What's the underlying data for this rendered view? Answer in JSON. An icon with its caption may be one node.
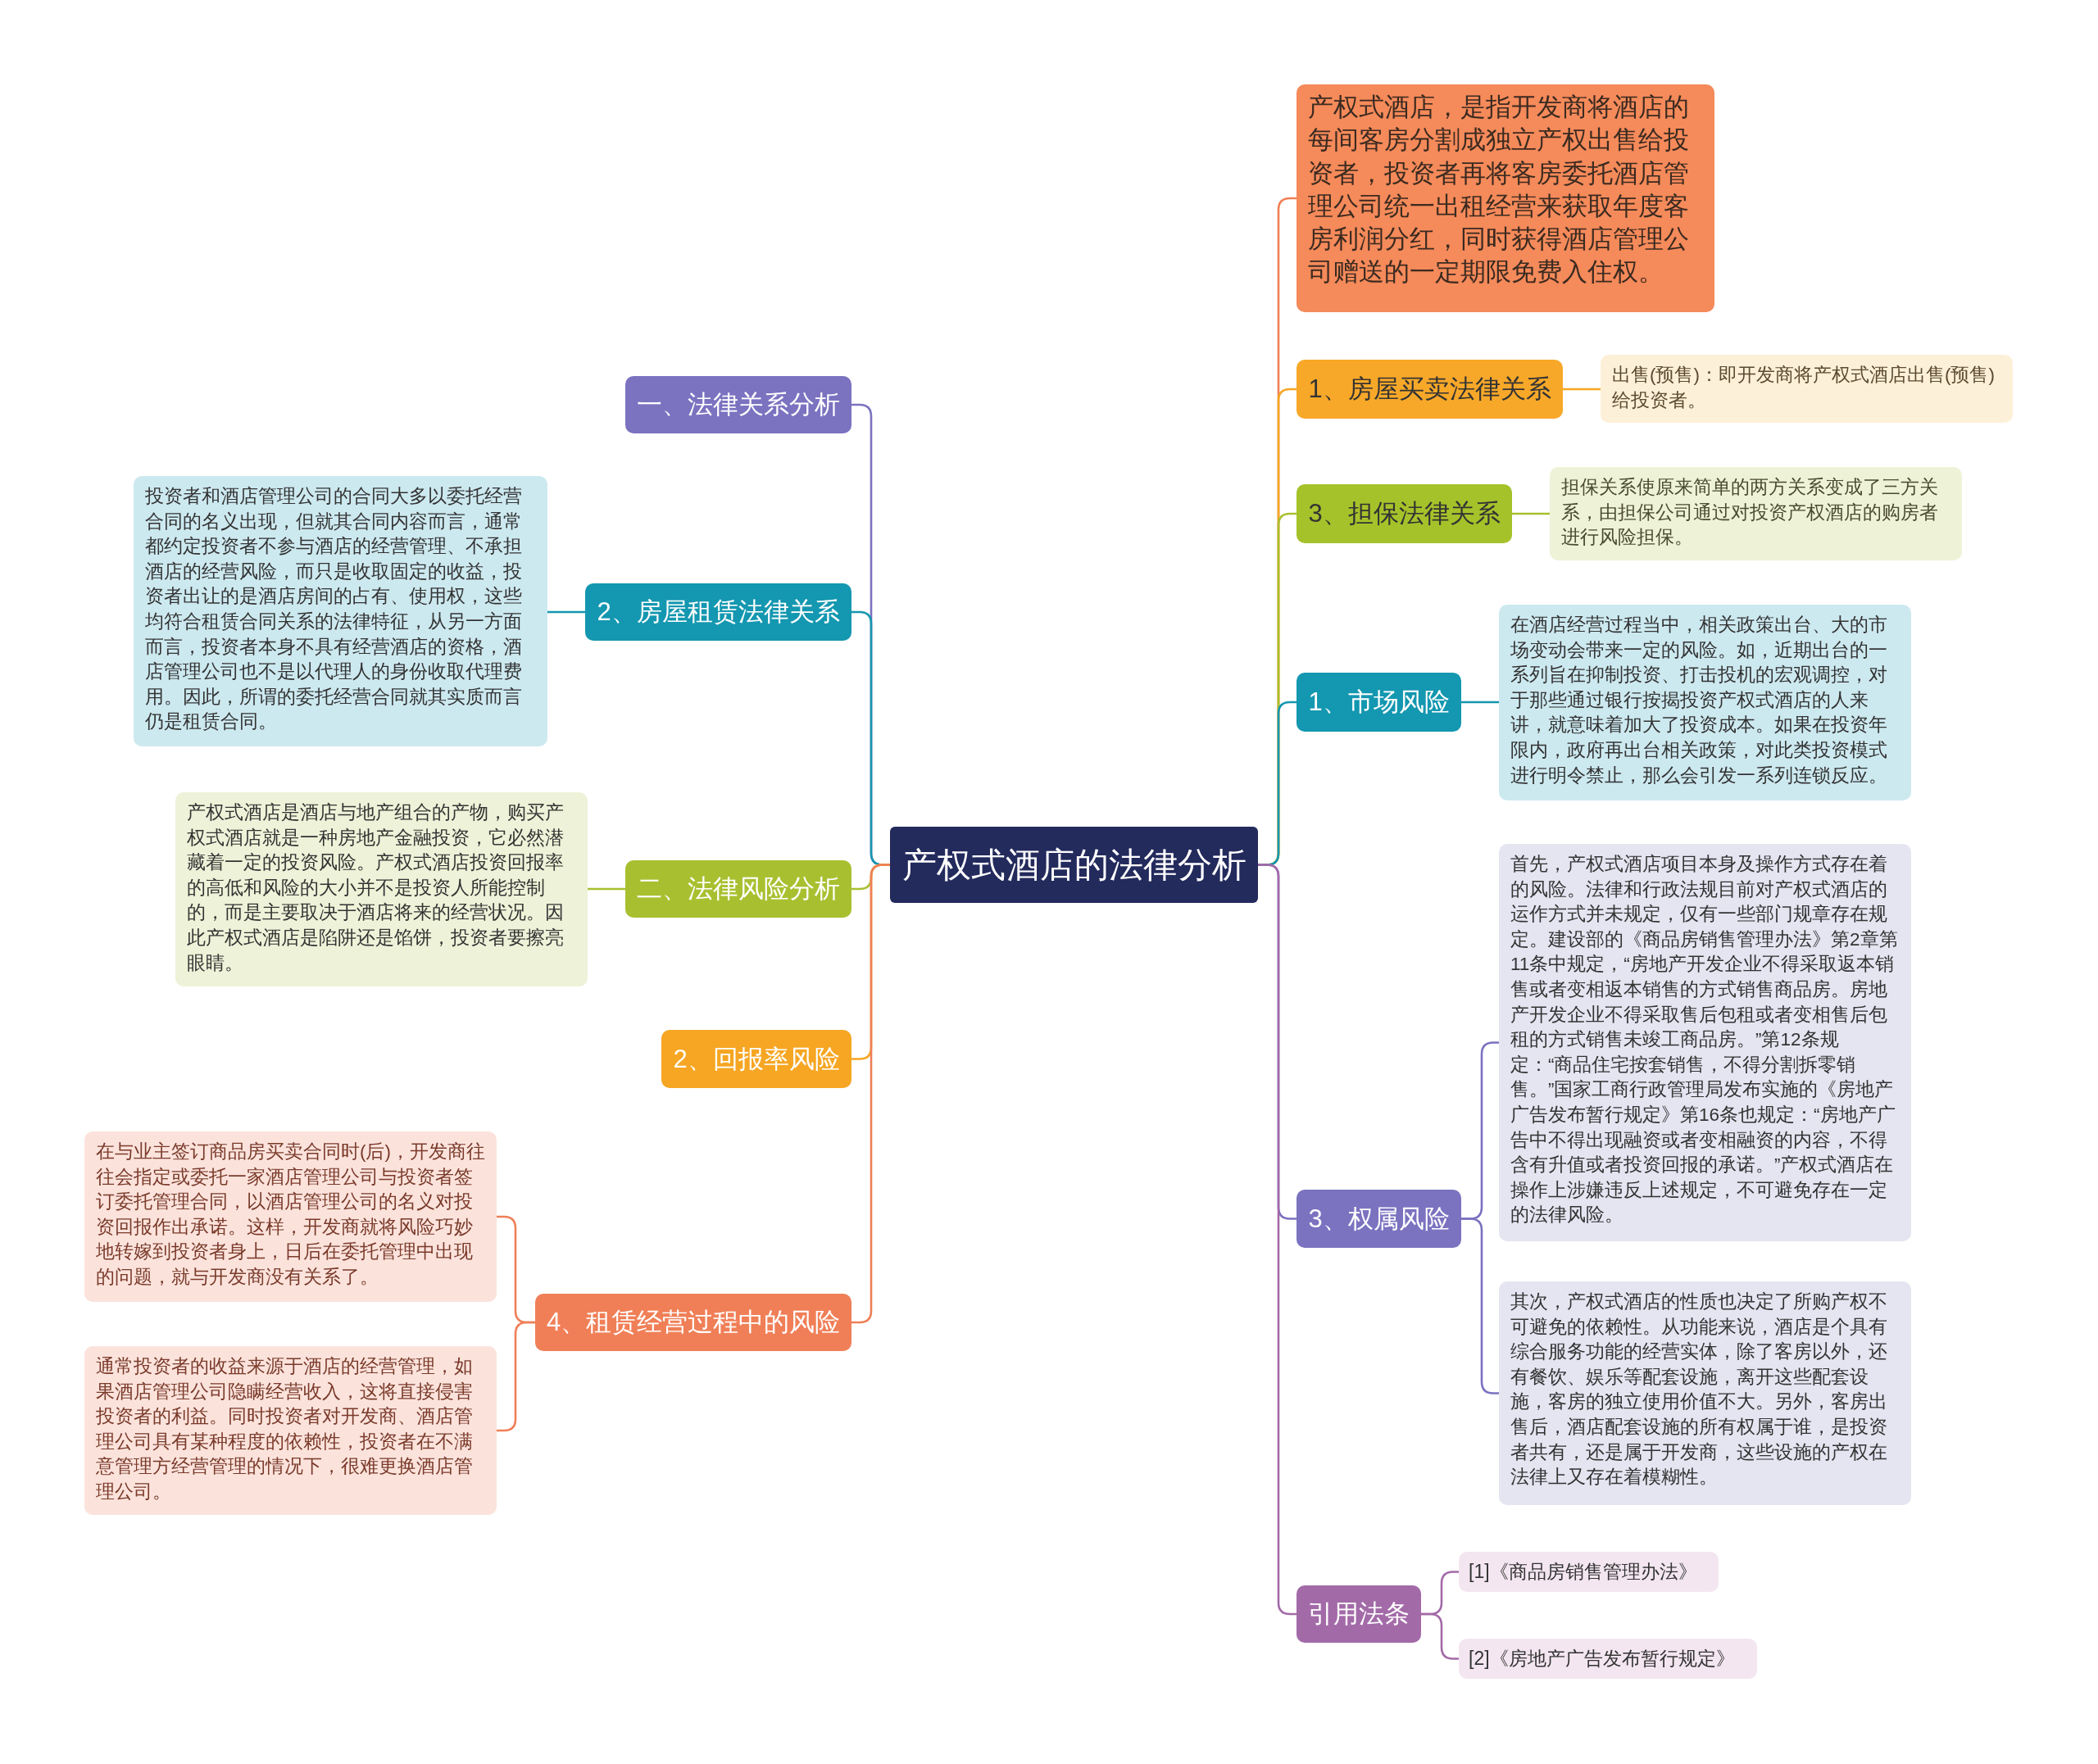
{
  "diagram": {
    "nodes": [
      {
        "text": [
          "产权式酒店的法律分析"
        ]
      },
      {
        "text": [
          "一、法律关系分析"
        ]
      },
      {
        "text": [
          "2、房屋租赁法律关系"
        ]
      },
      {
        "text": [
          "投资者和酒店管理公司的合同大多以委托经营合同的名义出现，但就其合同内容而言，通常都约定投资者不参与酒店的经营管理、不承担酒店的经营风险，而只是收取固定的收益，投资者出让的是酒店房间的占有、使用权，这些均符合租赁合同关系的法律特征，从另一方面而言，投资者本身不具有经营酒店的资格，酒店管理公司也不是以代理人的身份收取代理费用。因此，所谓的委托经营合同就其实质而言仍是租赁合同。"
        ]
      },
      {
        "text": [
          "二、法律风险分析"
        ]
      },
      {
        "text": [
          "产权式酒店是酒店与地产组合的产物，购买产权式酒店就是一种房地产金融投资，它必然潜藏着一定的投资风险。产权式酒店投资回报率的高低和风险的大小并不是投资人所能控制的，而是主要取决于酒店将来的经营状况。因此产权式酒店是陷阱还是馅饼，投资者要擦亮眼睛。"
        ]
      },
      {
        "text": [
          "2、回报率风险"
        ]
      },
      {
        "text": [
          "4、租赁经营过程中的风险"
        ]
      },
      {
        "text": [
          "在与业主签订商品房买卖合同时(后)，开发商往往会指定或委托一家酒店管理公司与投资者签订委托管理合同，以酒店管理公司的名义对投资回报作出承诺。这样，开发商就将风险巧妙地转嫁到投资者身上，日后在委托管理中出现的问题，就与开发商没有关系了。"
        ]
      },
      {
        "text": [
          "通常投资者的收益来源于酒店的经营管理，如果酒店管理公司隐瞒经营收入，这将直接侵害投资者的利益。同时投资者对开发商、酒店管理公司具有某种程度的依赖性，投资者在不满意管理方经营管理的情况下，很难更换酒店管理公司。"
        ]
      },
      {
        "text": [
          "产权式酒店，是指开发商将酒店的每间客房分割成独立产权出售给投资者，投资者再将客房委托酒店管理公司统一出租经营来获取年度客房利润分红，同时获得酒店管理公司赠送的一定期限免费入住权。"
        ]
      },
      {
        "text": [
          "1、房屋买卖法律关系"
        ]
      },
      {
        "text": [
          "出售(预售)：即开发商将产权式酒店出售(预售)给投资者。"
        ]
      },
      {
        "text": [
          "3、担保法律关系"
        ]
      },
      {
        "text": [
          "担保关系使原来简单的两方关系变成了三方关系，由担保公司通过对投资产权酒店的购房者进行风险担保。"
        ]
      },
      {
        "text": [
          "1、市场风险"
        ]
      },
      {
        "text": [
          "在酒店经营过程当中，相关政策出台、大的市场变动会带来一定的风险。如，近期出台的一系列旨在抑制投资、打击投机的宏观调控，对于那些通过银行按揭投资产权式酒店的人来讲，就意味着加大了投资成本。如果在投资年限内，政府再出台相关政策，对此类投资模式进行明令禁止，那么会引发一系列连锁反应。"
        ]
      },
      {
        "text": [
          "3、权属风险"
        ]
      },
      {
        "text": [
          "首先，产权式酒店项目本身及操作方式存在着的风险。法律和行政法规目前对产权式酒店的运作方式并未规定，仅有一些部门规章存在规定。建设部的《商品房销售管理办法》第2章第11条中规定，“房地产开发企业不得采取返本销售或者变相返本销售的方式销售商品房。房地产开发企业不得采取售后包租或者变相售后包租的方式销售未竣工商品房。”第12条规定：“商品住宅按套销售，不得分割拆零销售。”国家工商行政管理局发布实施的《房地产广告发布暂行规定》第16条也规定：“房地产广告中不得出现融资或者变相融资的内容，不得含有升值或者投资回报的承诺。”产权式酒店在操作上涉嫌违反上述规定，不可避免存在一定的法律风险。"
        ]
      },
      {
        "text": [
          "其次，产权式酒店的性质也决定了所购产权不可避免的依赖性。从功能来说，酒店是个具有综合服务功能的经营实体，除了客房以外，还有餐饮、娱乐等配套设施，离开这些配套设施，客房的独立使用价值不大。另外，客房出售后，酒店配套设施的所有权属于谁，是投资者共有，还是属于开发商，这些设施的产权在法律上又存在着模糊性。"
        ]
      },
      {
        "text": [
          "引用法条"
        ]
      },
      {
        "text": [
          "[1]《商品房销售管理办法》"
        ]
      },
      {
        "text": [
          "[2]《房地产广告发布暂行规定》"
        ]
      }
    ],
    "edges": [
      {
        "from": 0,
        "to": 1,
        "arrow": "none",
        "color": "#7b72c0"
      },
      {
        "from": 0,
        "to": 2,
        "arrow": "none",
        "color": "#1497b0"
      },
      {
        "from": 2,
        "to": 3,
        "arrow": "none",
        "color": "#1497b0"
      },
      {
        "from": 0,
        "to": 4,
        "arrow": "none",
        "color": "#a8c030"
      },
      {
        "from": 4,
        "to": 5,
        "arrow": "none",
        "color": "#a8c030"
      },
      {
        "from": 0,
        "to": 6,
        "arrow": "none",
        "color": "#f6a623"
      },
      {
        "from": 0,
        "to": 7,
        "arrow": "none",
        "color": "#f07f57"
      },
      {
        "from": 7,
        "to": 8,
        "arrow": "none",
        "color": "#f07f57"
      },
      {
        "from": 7,
        "to": 9,
        "arrow": "none",
        "color": "#f07f57"
      },
      {
        "from": 0,
        "to": 10,
        "arrow": "none",
        "color": "#f07f57"
      },
      {
        "from": 0,
        "to": 11,
        "arrow": "none",
        "color": "#f6a623"
      },
      {
        "from": 11,
        "to": 12,
        "arrow": "none",
        "color": "#f6a623"
      },
      {
        "from": 0,
        "to": 13,
        "arrow": "none",
        "color": "#a8c030"
      },
      {
        "from": 13,
        "to": 14,
        "arrow": "none",
        "color": "#a8c030"
      },
      {
        "from": 0,
        "to": 15,
        "arrow": "none",
        "color": "#1497b0"
      },
      {
        "from": 15,
        "to": 16,
        "arrow": "none",
        "color": "#1497b0"
      },
      {
        "from": 0,
        "to": 17,
        "arrow": "none",
        "color": "#7b72c0"
      },
      {
        "from": 17,
        "to": 18,
        "arrow": "none",
        "color": "#7b72c0"
      },
      {
        "from": 17,
        "to": 19,
        "arrow": "none",
        "color": "#7b72c0"
      },
      {
        "from": 0,
        "to": 20,
        "arrow": "none",
        "color": "#a36aa8"
      },
      {
        "from": 20,
        "to": 21,
        "arrow": "none",
        "color": "#a36aa8"
      },
      {
        "from": 20,
        "to": 22,
        "arrow": "none",
        "color": "#a36aa8"
      }
    ]
  }
}
